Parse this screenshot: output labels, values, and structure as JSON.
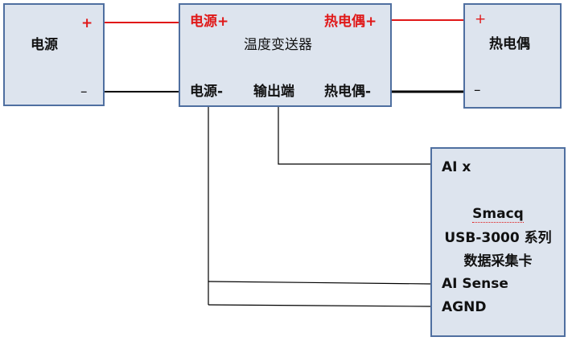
{
  "colors": {
    "box_fill": "#dde4ee",
    "box_border": "#4f6fa0",
    "positive_wire": "#e01818",
    "negative_wire": "#000000",
    "text": "#111111",
    "positive_text": "#e01818"
  },
  "power_supply": {
    "title": "电源",
    "plus": "+",
    "minus": "–"
  },
  "transmitter": {
    "title": "温度变送器",
    "power_plus": "电源+",
    "thermocouple_plus": "热电偶+",
    "power_minus": "电源-",
    "output": "输出端",
    "thermocouple_minus": "热电偶-"
  },
  "thermocouple": {
    "title": "热电偶",
    "plus": "+",
    "minus": "–"
  },
  "daq": {
    "pin_ai_x": "AI x",
    "brand": "Smacq",
    "model": "USB-3000 系列",
    "type": "数据采集卡",
    "pin_ai_sense": "AI Sense",
    "pin_agnd": "AGND"
  }
}
